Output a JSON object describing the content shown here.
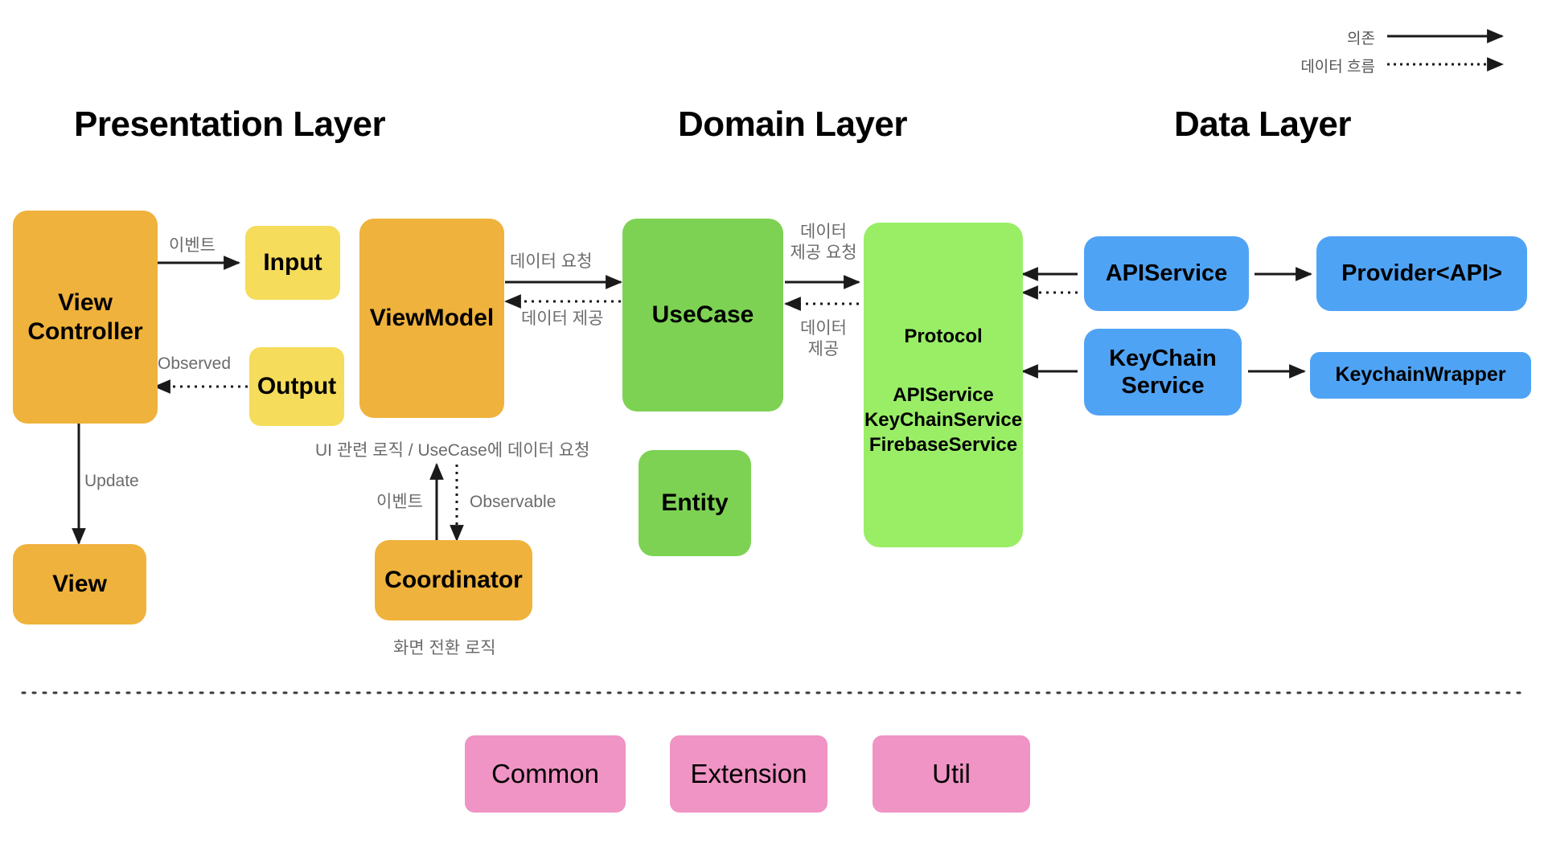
{
  "legend": {
    "items": [
      {
        "label": "의존",
        "style": "solid-arrow"
      },
      {
        "label": "데이터 흐름",
        "style": "dotted-arrow"
      }
    ]
  },
  "layers": [
    {
      "id": "presentation",
      "title": "Presentation Layer"
    },
    {
      "id": "domain",
      "title": "Domain Layer"
    },
    {
      "id": "data",
      "title": "Data Layer"
    }
  ],
  "nodes": {
    "view_controller": {
      "label": "View\nController",
      "color": "#EFB23C"
    },
    "input": {
      "label": "Input",
      "color": "#F5DC5A"
    },
    "output": {
      "label": "Output",
      "color": "#F5DC5A"
    },
    "view": {
      "label": "View",
      "color": "#EFB23C"
    },
    "view_model": {
      "label": "ViewModel",
      "color": "#EFB23C"
    },
    "coordinator": {
      "label": "Coordinator",
      "color": "#EFB23C"
    },
    "use_case": {
      "label": "UseCase",
      "color": "#7DD253"
    },
    "entity": {
      "label": "Entity",
      "color": "#7DD253"
    },
    "protocol": {
      "title": "Protocol",
      "services": "APIService\nKeyChainService\nFirebaseService",
      "color": "#99EE66"
    },
    "api_service": {
      "label": "APIService",
      "color": "#4FA3F5"
    },
    "provider_api": {
      "label": "Provider<API>",
      "color": "#4FA3F5"
    },
    "keychain_service": {
      "label": "KeyChain\nService",
      "color": "#4FA3F5"
    },
    "keychain_wrapper": {
      "label": "KeychainWrapper",
      "color": "#4FA3F5"
    },
    "common": {
      "label": "Common",
      "color": "#EF94C4"
    },
    "extension": {
      "label": "Extension",
      "color": "#EF94C4"
    },
    "util": {
      "label": "Util",
      "color": "#EF94C4"
    }
  },
  "edge_labels": {
    "vc_to_input": "이벤트",
    "output_to_vc": "Observed",
    "vc_to_view": "Update",
    "vm_to_usecase": "데이터  요청",
    "usecase_to_vm": "데이터 제공",
    "usecase_to_protocol": "데이터\n제공 요청",
    "protocol_to_usecase": "데이터\n제공",
    "coordinator_to_vm": "이벤트",
    "vm_to_coordinator": "Observable"
  },
  "captions": {
    "view_model": "UI 관련 로직 / UseCase에 데이터 요청",
    "coordinator": "화면 전환 로직"
  },
  "colors": {
    "orange": "#EFB23C",
    "yellow": "#F5DC5A",
    "green": "#7DD253",
    "light_green": "#99EE66",
    "blue": "#4FA3F5",
    "pink": "#EF94C4",
    "arrow": "#1a1a1a",
    "label_gray": "#6b6b6b",
    "background": "#ffffff"
  }
}
